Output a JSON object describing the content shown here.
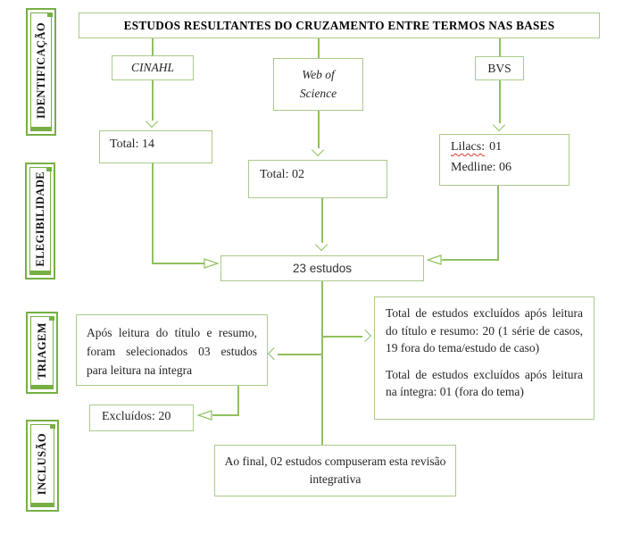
{
  "colors": {
    "label_border": "#76b043",
    "box_border": "#a9cb8a",
    "line": "#90c05e",
    "ink": "#262626",
    "misspell": "#d93a2b"
  },
  "sidebar": {
    "labels": [
      "IDENTIFICAÇÃO",
      "ELEGIBILIDADE",
      "TRIAGEM",
      "INCLUSÃO"
    ]
  },
  "flow": {
    "title": "ESTUDOS RESULTANTES DO CRUZAMENTO ENTRE TERMOS NAS BASES",
    "sources": [
      {
        "id": "cinahl",
        "label": "CINAHL"
      },
      {
        "id": "web-of-science",
        "label": "Web of Science"
      },
      {
        "id": "bvs",
        "label": "BVS"
      }
    ],
    "counts": {
      "cinahl_total": "Total: 14",
      "wos_total": "Total: 02",
      "lilacs_label": "Lilacs:",
      "lilacs_value": "01",
      "medline": "Medline: 06"
    },
    "pooled": "23 estudos",
    "screening": "Após leitura do título e resumo, foram selecionados 03 estudos para leitura na íntegra",
    "exclusions": {
      "p1": "Total de estudos excluídos após leitura do título e resumo: 20 (1 série de casos, 19 fora do tema/estudo de caso)",
      "p2": "Total de estudos excluídos após leitura na íntegra: 01 (fora do tema)"
    },
    "excluded": "Excluídos: 20",
    "final": "Ao final, 02 estudos compuseram esta revisão integrativa"
  }
}
